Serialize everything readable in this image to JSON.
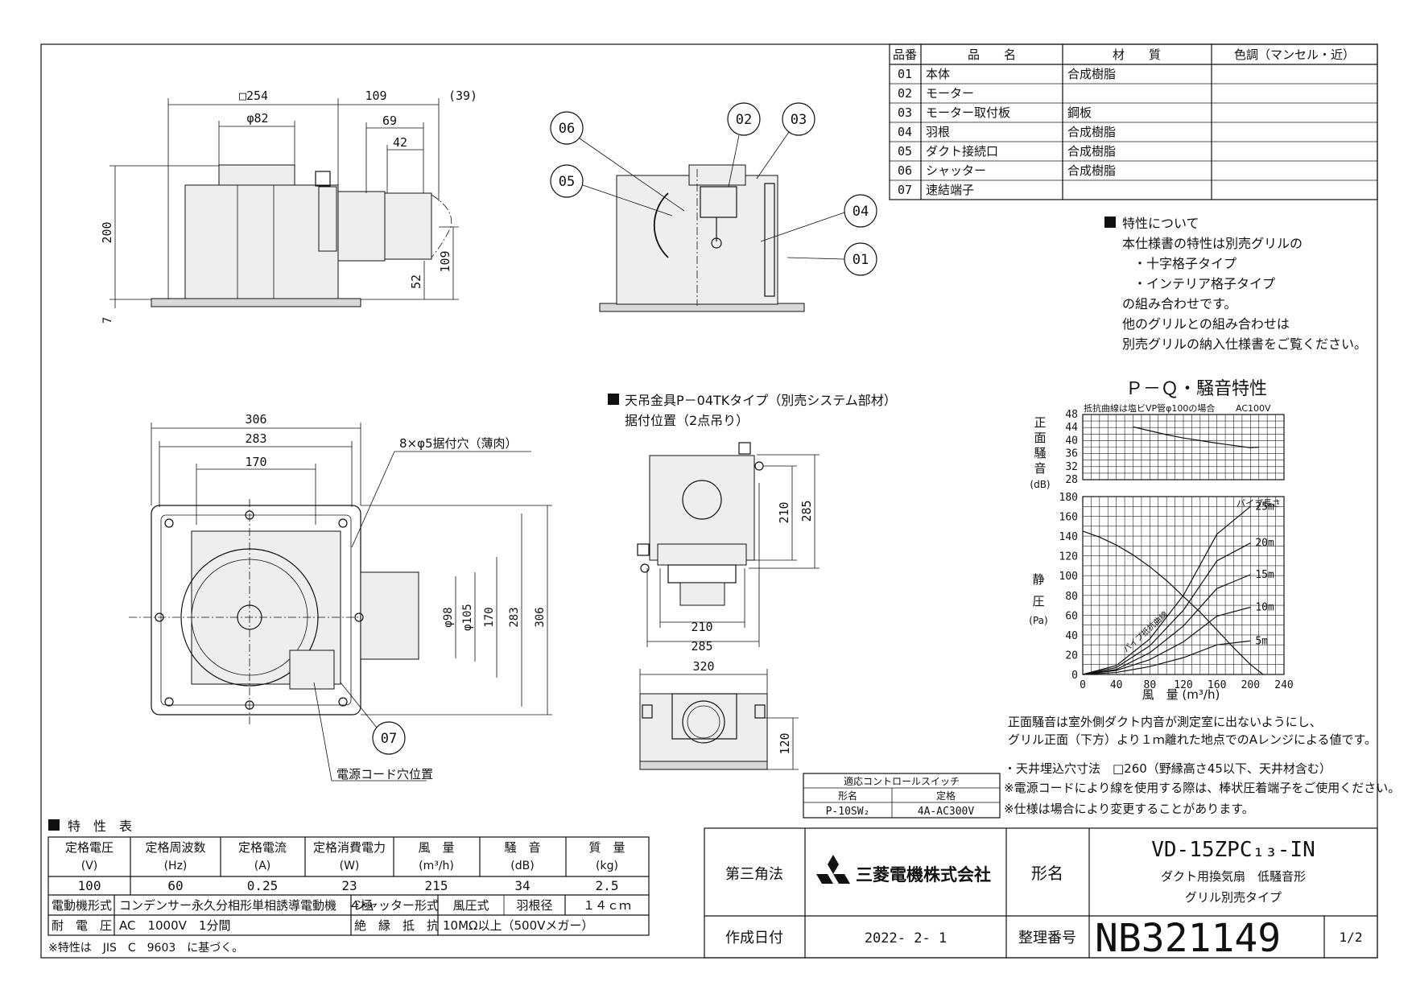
{
  "parts_table": {
    "headers": [
      "品番",
      "品　　名",
      "材　　質",
      "色調（マンセル・近）"
    ],
    "rows": [
      [
        "01",
        "本体",
        "合成樹脂",
        ""
      ],
      [
        "02",
        "モーター",
        "",
        ""
      ],
      [
        "03",
        "モーター取付板",
        "鋼板",
        ""
      ],
      [
        "04",
        "羽根",
        "合成樹脂",
        ""
      ],
      [
        "05",
        "ダクト接続口",
        "合成樹脂",
        ""
      ],
      [
        "06",
        "シャッター",
        "合成樹脂",
        ""
      ],
      [
        "07",
        "速結端子",
        "",
        ""
      ]
    ]
  },
  "notes_characteristics": {
    "heading": "特性について",
    "lines": [
      "本仕様書の特性は別売グリルの",
      "・十字格子タイプ",
      "・インテリア格子タイプ",
      "の組み合わせです。",
      "他のグリルとの組み合わせは",
      "別売グリルの納入仕様書をご覧ください。"
    ]
  },
  "top_view_dims": {
    "sq": "□254",
    "phi82": "φ82",
    "d109": "109",
    "d39": "(39)",
    "d69": "69",
    "d42": "42",
    "d200": "200",
    "d109v": "109",
    "d52": "52",
    "d7": "7"
  },
  "balloons": [
    "01",
    "02",
    "03",
    "04",
    "05",
    "06",
    "07"
  ],
  "plan_view_dims": {
    "d306": "306",
    "d283": "283",
    "d170": "170",
    "holes": "8×φ5据付穴（薄肉）",
    "phi98": "φ98",
    "phi105": "φ105",
    "v170": "170",
    "v283": "283",
    "v306": "306",
    "cord": "電源コード穴位置"
  },
  "hanger": {
    "title": "天吊金具P－04TKタイプ（別売システム部材）",
    "subtitle": "据付位置（2点吊り）",
    "d210v": "210",
    "d285v": "285",
    "d210": "210",
    "d285": "285",
    "d320": "320",
    "d120": "120"
  },
  "chart_title": "Ｐ－Ｑ・騒音特性",
  "chart_data": [
    {
      "type": "line",
      "title": "",
      "note": "抵抗曲線は塩ビVP管φ100の場合",
      "voltage": "AC100V",
      "ylabel": "正面騒音 (dB)",
      "ylim": [
        28,
        48
      ],
      "yticks": [
        28,
        32,
        36,
        40,
        44,
        48
      ],
      "xlim": [
        0,
        240
      ],
      "series": [
        {
          "x": [
            60,
            80,
            100,
            120,
            140,
            160,
            180,
            200,
            210
          ],
          "y": [
            44.2,
            43.0,
            41.8,
            40.8,
            40.0,
            39.2,
            38.5,
            37.8,
            38.0
          ]
        }
      ]
    },
    {
      "type": "line",
      "ylabel": "静圧 (Pa)",
      "xlabel": "風　量 (m³/h)",
      "ylim": [
        0,
        180
      ],
      "yticks": [
        0,
        20,
        40,
        60,
        80,
        100,
        120,
        140,
        160,
        180
      ],
      "xlim": [
        0,
        240
      ],
      "xticks": [
        0,
        40,
        80,
        120,
        160,
        200,
        240
      ],
      "pipe_heading": "パイプ長さ",
      "pipe_curve_label": "パイプ抵抗曲線",
      "series": [
        {
          "name": "PQ",
          "x": [
            0,
            20,
            40,
            60,
            80,
            100,
            120,
            140,
            160,
            180,
            200,
            215
          ],
          "y": [
            145,
            139,
            131,
            121,
            109,
            95,
            79,
            63,
            45,
            27,
            10,
            0
          ]
        },
        {
          "name": "25m",
          "x": [
            0,
            40,
            80,
            120,
            160,
            200
          ],
          "y": [
            0,
            9,
            36,
            80,
            142,
            170
          ]
        },
        {
          "name": "20m",
          "x": [
            0,
            40,
            80,
            120,
            160,
            200
          ],
          "y": [
            0,
            7,
            29,
            65,
            115,
            133
          ]
        },
        {
          "name": "15m",
          "x": [
            0,
            40,
            80,
            120,
            160,
            200
          ],
          "y": [
            0,
            5,
            22,
            49,
            87,
            101
          ]
        },
        {
          "name": "10m",
          "x": [
            0,
            40,
            80,
            120,
            160,
            200
          ],
          "y": [
            0,
            4,
            15,
            33,
            59,
            68
          ]
        },
        {
          "name": "5m",
          "x": [
            0,
            40,
            80,
            120,
            160,
            200
          ],
          "y": [
            0,
            2,
            8,
            17,
            30,
            34
          ]
        }
      ]
    }
  ],
  "footnotes": [
    "正面騒音は室外側ダクト内音が測定室に出ないようにし、",
    "グリル正面（下方）より１ｍ離れた地点でのAレンジによる値です。",
    "・天井埋込穴寸法　□260（野縁高さ45以下、天井材含む）",
    "※電源コードにより線を使用する際は、棒状圧着端子をご使用ください。",
    "※仕様は場合により変更することがあります。"
  ],
  "control_switch": {
    "title": "適応コントロールスイッチ",
    "col1": "形名",
    "col2": "定格",
    "model": "P-10SW₂",
    "rating": "4A-AC300V"
  },
  "spec_table": {
    "title": "特　性　表",
    "headers": [
      "定格電圧",
      "定格周波数",
      "定格電流",
      "定格消費電力",
      "風　量",
      "騒　音",
      "質　量"
    ],
    "units": [
      "(V)",
      "(Hz)",
      "(A)",
      "(W)",
      "(m³/h)",
      "(dB)",
      "(kg)"
    ],
    "values": [
      "100",
      "60",
      "0.25",
      "23",
      "215",
      "34",
      "2.5"
    ],
    "motor_label": "電動機形式",
    "motor_value": "コンデンサー永久分相形単相誘導電動機　４極",
    "shutter_label": "シャッター形式",
    "shutter_value": "風圧式",
    "blade_label": "羽根径",
    "blade_value": "１４ｃｍ",
    "voltage_label": "耐　電　圧",
    "voltage_value": "AC　1000V　1分間",
    "insulation_label": "絶　縁　抵　抗",
    "insulation_value": "10MΩ以上（500Vメガー）",
    "footnote": "※特性は　JIS　C　9603　に基づく。"
  },
  "title_block": {
    "projection": "第三角法",
    "company": "三菱電機株式会社",
    "model_label": "形名",
    "model": "VD-15ZPC₁₃-IN",
    "desc1": "ダクト用換気扇　低騒音形",
    "desc2": "グリル別売タイプ",
    "date_label": "作成日付",
    "date": "2022- 2- 1",
    "number_label": "整理番号",
    "number": "NB321149",
    "page": "1/2"
  }
}
